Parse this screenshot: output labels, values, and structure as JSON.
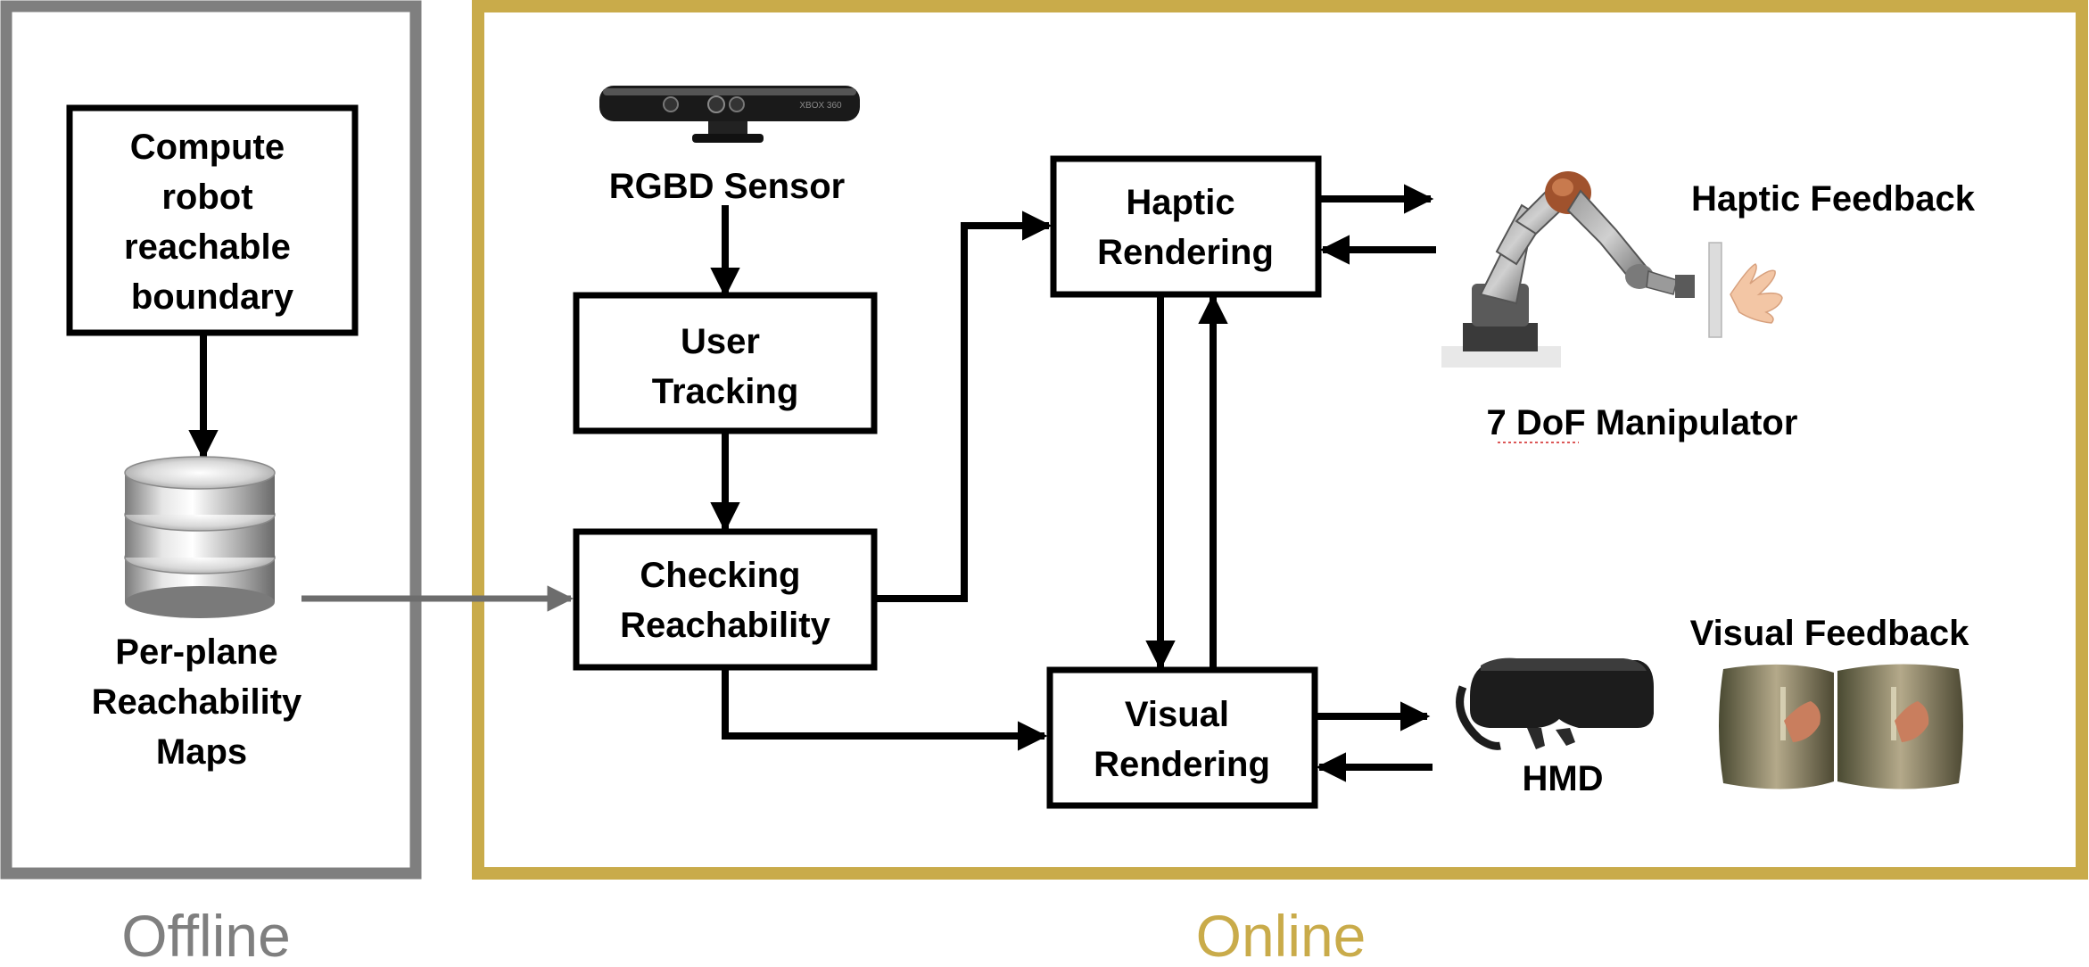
{
  "colors": {
    "offline": "#7f7f7f",
    "online": "#c9ab4a",
    "box_border": "#000000",
    "offline_arrow": "#6d6d6d"
  },
  "regions": {
    "offline_label": "Offline",
    "online_label": "Online"
  },
  "boxes": {
    "compute": [
      "Compute",
      "robot",
      "reachable",
      "boundary"
    ],
    "user_tracking": [
      "User",
      "Tracking"
    ],
    "checking": [
      "Checking",
      "Reachability"
    ],
    "haptic": [
      "Haptic",
      "Rendering"
    ],
    "visual": [
      "Visual",
      "Rendering"
    ]
  },
  "labels": {
    "database": [
      "Per-plane",
      "Reachability",
      "Maps"
    ],
    "rgbd": "RGBD Sensor",
    "sensor_brand": "XBOX 360",
    "manipulator": "7 DoF Manipulator",
    "haptic_feedback": "Haptic Feedback",
    "visual_feedback": "Visual Feedback",
    "hmd": "HMD"
  },
  "icons": {
    "database": "database-stack-icon",
    "sensor": "kinect-sensor-icon",
    "robot": "robot-arm-icon",
    "headset": "vr-headset-icon",
    "stereo_view": "stereo-view-icon"
  }
}
